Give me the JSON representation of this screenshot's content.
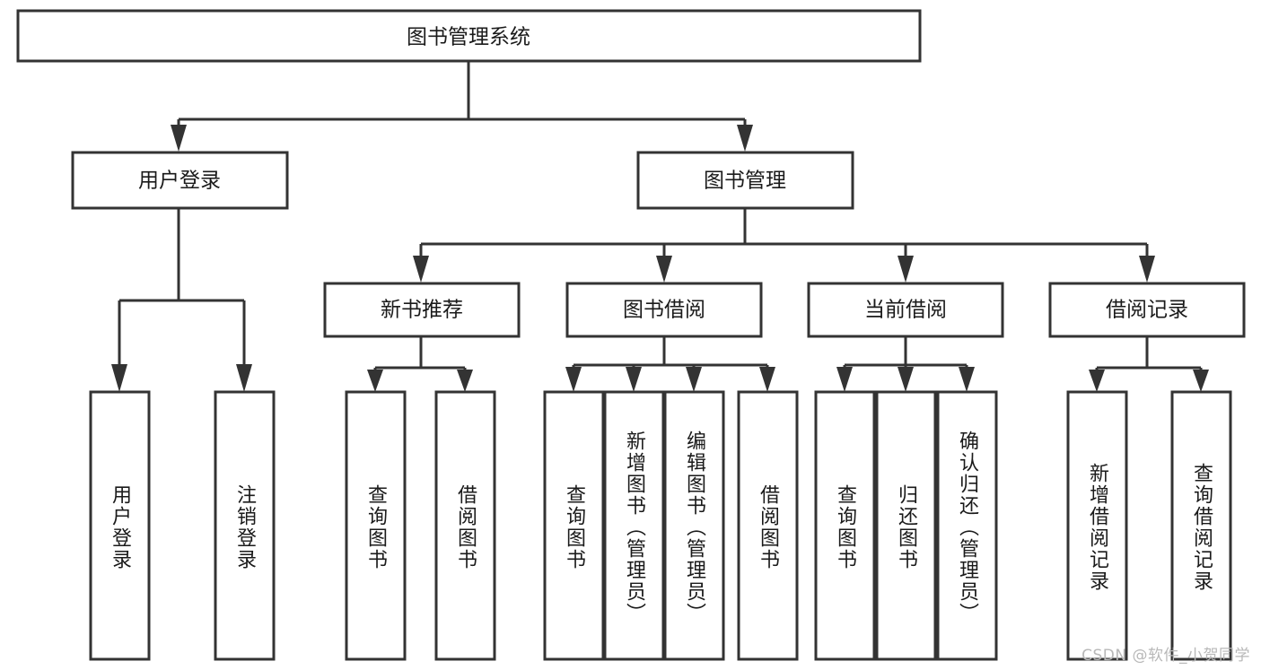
{
  "diagram": {
    "type": "tree",
    "title": "图书管理系统",
    "root": {
      "id": "root",
      "label": "图书管理系统"
    },
    "level2": [
      {
        "id": "user-login",
        "label": "用户登录"
      },
      {
        "id": "book-manage",
        "label": "图书管理"
      }
    ],
    "level3": [
      {
        "id": "new-book-rec",
        "label": "新书推荐",
        "parent": "book-manage"
      },
      {
        "id": "book-borrow",
        "label": "图书借阅",
        "parent": "book-manage"
      },
      {
        "id": "current-borrow",
        "label": "当前借阅",
        "parent": "book-manage"
      },
      {
        "id": "borrow-record",
        "label": "借阅记录",
        "parent": "book-manage"
      }
    ],
    "leaves": {
      "user-login": [
        {
          "id": "leaf-user-login",
          "label": "用户登录"
        },
        {
          "id": "leaf-user-logout",
          "label": "注销登录"
        }
      ],
      "new-book-rec": [
        {
          "id": "leaf-query-book-1",
          "label": "查询图书"
        },
        {
          "id": "leaf-borrow-book-1",
          "label": "借阅图书"
        }
      ],
      "book-borrow": [
        {
          "id": "leaf-query-book-2",
          "label": "查询图书"
        },
        {
          "id": "leaf-add-book",
          "label": "新增图书（管理员）"
        },
        {
          "id": "leaf-edit-book",
          "label": "编辑图书（管理员）"
        },
        {
          "id": "leaf-borrow-book-2",
          "label": "借阅图书"
        }
      ],
      "current-borrow": [
        {
          "id": "leaf-query-book-3",
          "label": "查询图书"
        },
        {
          "id": "leaf-return-book",
          "label": "归还图书"
        },
        {
          "id": "leaf-confirm-return",
          "label": "确认归还（管理员）"
        }
      ],
      "borrow-record": [
        {
          "id": "leaf-add-record",
          "label": "新增借阅记录"
        },
        {
          "id": "leaf-query-record",
          "label": "查询借阅记录"
        }
      ]
    }
  },
  "watermark": {
    "text": "CSDN @软件_小贺同学"
  },
  "colors": {
    "stroke": "#333333",
    "box_fill": "#ffffff",
    "text": "#1a1a1a",
    "watermark": "#b8b8b8",
    "background": "#ffffff"
  }
}
